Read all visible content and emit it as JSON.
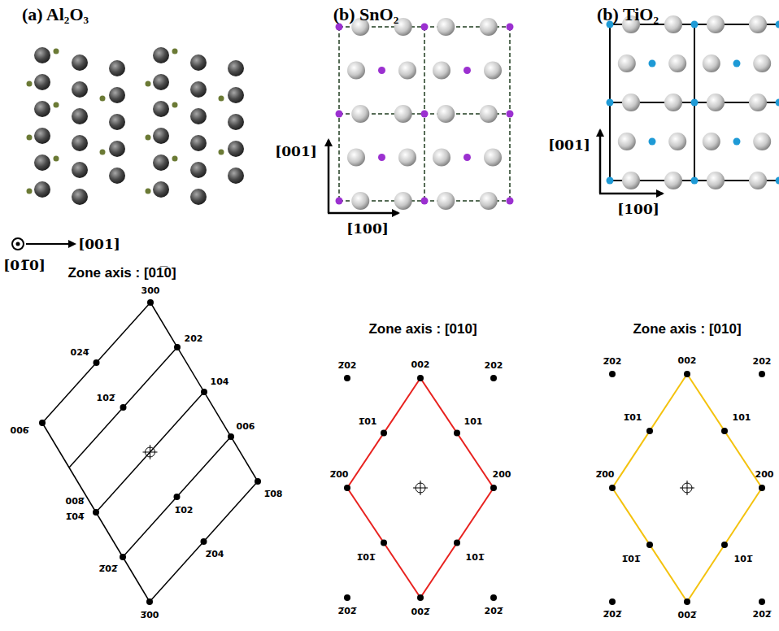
{
  "diagram": {
    "labels": [
      "(a) Al₂O₃",
      "(b) SnO₂",
      "(b) TiO₂",
      "[001]",
      "[01̅0]",
      "[001]",
      "[100]",
      "[001]",
      "[100]",
      "Zone axis : [01̅0]",
      "Zone axis : [010]",
      "Zone axis : [010]",
      "300",
      "024̅",
      "202",
      "006̅",
      "102̅",
      "104",
      "006",
      "008̅",
      "1̅04̅",
      "1̅02",
      "1̅08",
      "2̅02̅",
      "2̅04",
      "3̅00",
      "2̅02",
      "002",
      "202",
      "1̅01",
      "101",
      "2̅00",
      "200",
      "1̅01̅",
      "101̅",
      "2̅02̅",
      "002̅",
      "202̅",
      "2̅02",
      "002",
      "202",
      "1̅01",
      "101",
      "2̅00",
      "200",
      "1̅01̅",
      "101̅",
      "2̅02̅",
      "002̅",
      "202̅"
    ]
  }
}
